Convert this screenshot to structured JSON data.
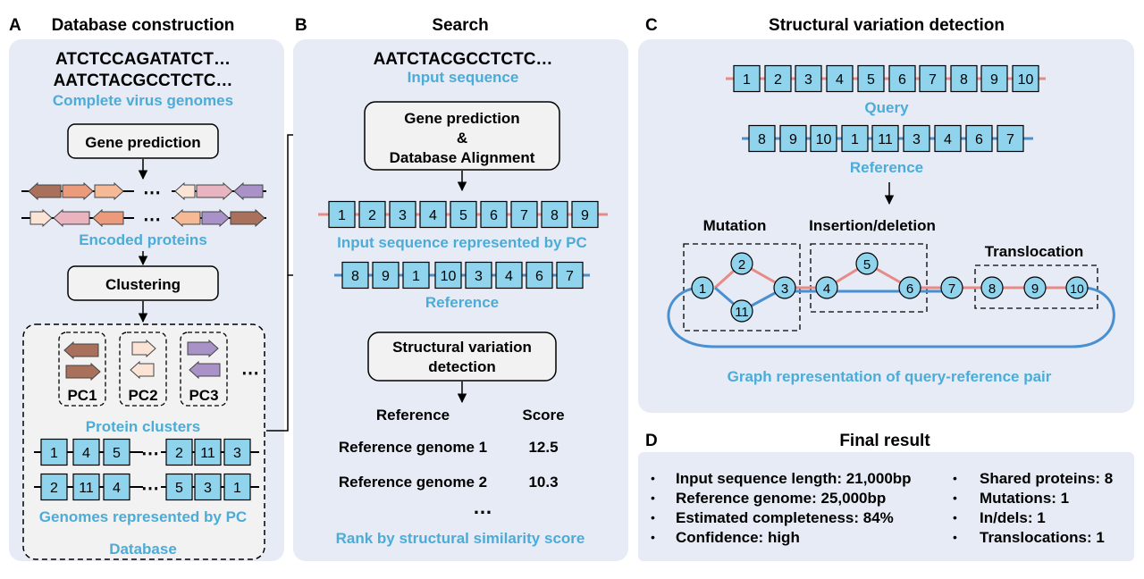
{
  "colors": {
    "panel_bg": "#e6ebf6",
    "accent_blue_text": "#4bacd8",
    "box_fill": "#8fd3ec",
    "red_line": "#e88a86",
    "blue_line": "#4a8fd0",
    "gray_box": "#f2f2f2",
    "arrow_dark": "#a9705b",
    "arrow_peach": "#f5b996",
    "arrow_pale": "#fbe4d6",
    "arrow_pink": "#e8b4c0",
    "arrow_purple": "#a892c8",
    "arrow_salmon": "#ec9a7c"
  },
  "panel_a": {
    "letter": "A",
    "title": "Database construction",
    "seq1": "ATCTCCAGATATCT…",
    "seq2": "AATCTACGCCTCTC…",
    "genomes_label": "Complete virus genomes",
    "gene_prediction": "Gene prediction",
    "ellipsis": "⋯",
    "encoded_proteins": "Encoded proteins",
    "clustering": "Clustering",
    "pc1": "PC1",
    "pc2": "PC2",
    "pc3": "PC3",
    "protein_clusters": "Protein clusters",
    "row1_left": [
      "1",
      "4",
      "5"
    ],
    "row1_right": [
      "2",
      "11",
      "3"
    ],
    "row2_left": [
      "2",
      "11",
      "4"
    ],
    "row2_right": [
      "5",
      "3",
      "1"
    ],
    "genomes_pc": "Genomes represented by PC",
    "database": "Database"
  },
  "panel_b": {
    "letter": "B",
    "title": "Search",
    "seq": "AATCTACGCCTCTC…",
    "input_label": "Input sequence",
    "gp_line1": "Gene prediction",
    "gp_line2": "&",
    "gp_line3": "Database Alignment",
    "input_boxes": [
      "1",
      "2",
      "3",
      "4",
      "5",
      "6",
      "7",
      "8",
      "9"
    ],
    "input_pc_label": "Input sequence represented by PC",
    "ref_boxes": [
      "8",
      "9",
      "1",
      "10",
      "3",
      "4",
      "6",
      "7"
    ],
    "ref_label": "Reference",
    "sv_line1": "Structural variation",
    "sv_line2": "detection",
    "col_ref": "Reference",
    "col_score": "Score",
    "rows": [
      {
        "name": "Reference genome 1",
        "score": "12.5"
      },
      {
        "name": "Reference genome 2",
        "score": "10.3"
      }
    ],
    "more": "…",
    "rank_label": "Rank by structural similarity score"
  },
  "panel_c": {
    "letter": "C",
    "title": "Structural variation detection",
    "query_boxes": [
      "1",
      "2",
      "3",
      "4",
      "5",
      "6",
      "7",
      "8",
      "9",
      "10"
    ],
    "query_label": "Query",
    "ref_boxes": [
      "8",
      "9",
      "10",
      "1",
      "11",
      "3",
      "4",
      "6",
      "7"
    ],
    "ref_label": "Reference",
    "mutation": "Mutation",
    "indel": "Insertion/deletion",
    "translocation": "Translocation",
    "nodes": {
      "n1": "1",
      "n2": "2",
      "n3": "3",
      "n11": "11",
      "n4": "4",
      "n5": "5",
      "n6": "6",
      "n7": "7",
      "n8": "8",
      "n9": "9",
      "n10": "10"
    },
    "graph_label": "Graph representation of query-reference pair"
  },
  "panel_d": {
    "letter": "D",
    "title": "Final result",
    "bullet": "•",
    "left": [
      "Input sequence length: 21,000bp",
      "Reference genome: 25,000bp",
      "Estimated completeness: 84%",
      "Confidence: high"
    ],
    "right": [
      "Shared proteins: 8",
      "Mutations: 1",
      "In/dels: 1",
      "Translocations: 1"
    ]
  }
}
